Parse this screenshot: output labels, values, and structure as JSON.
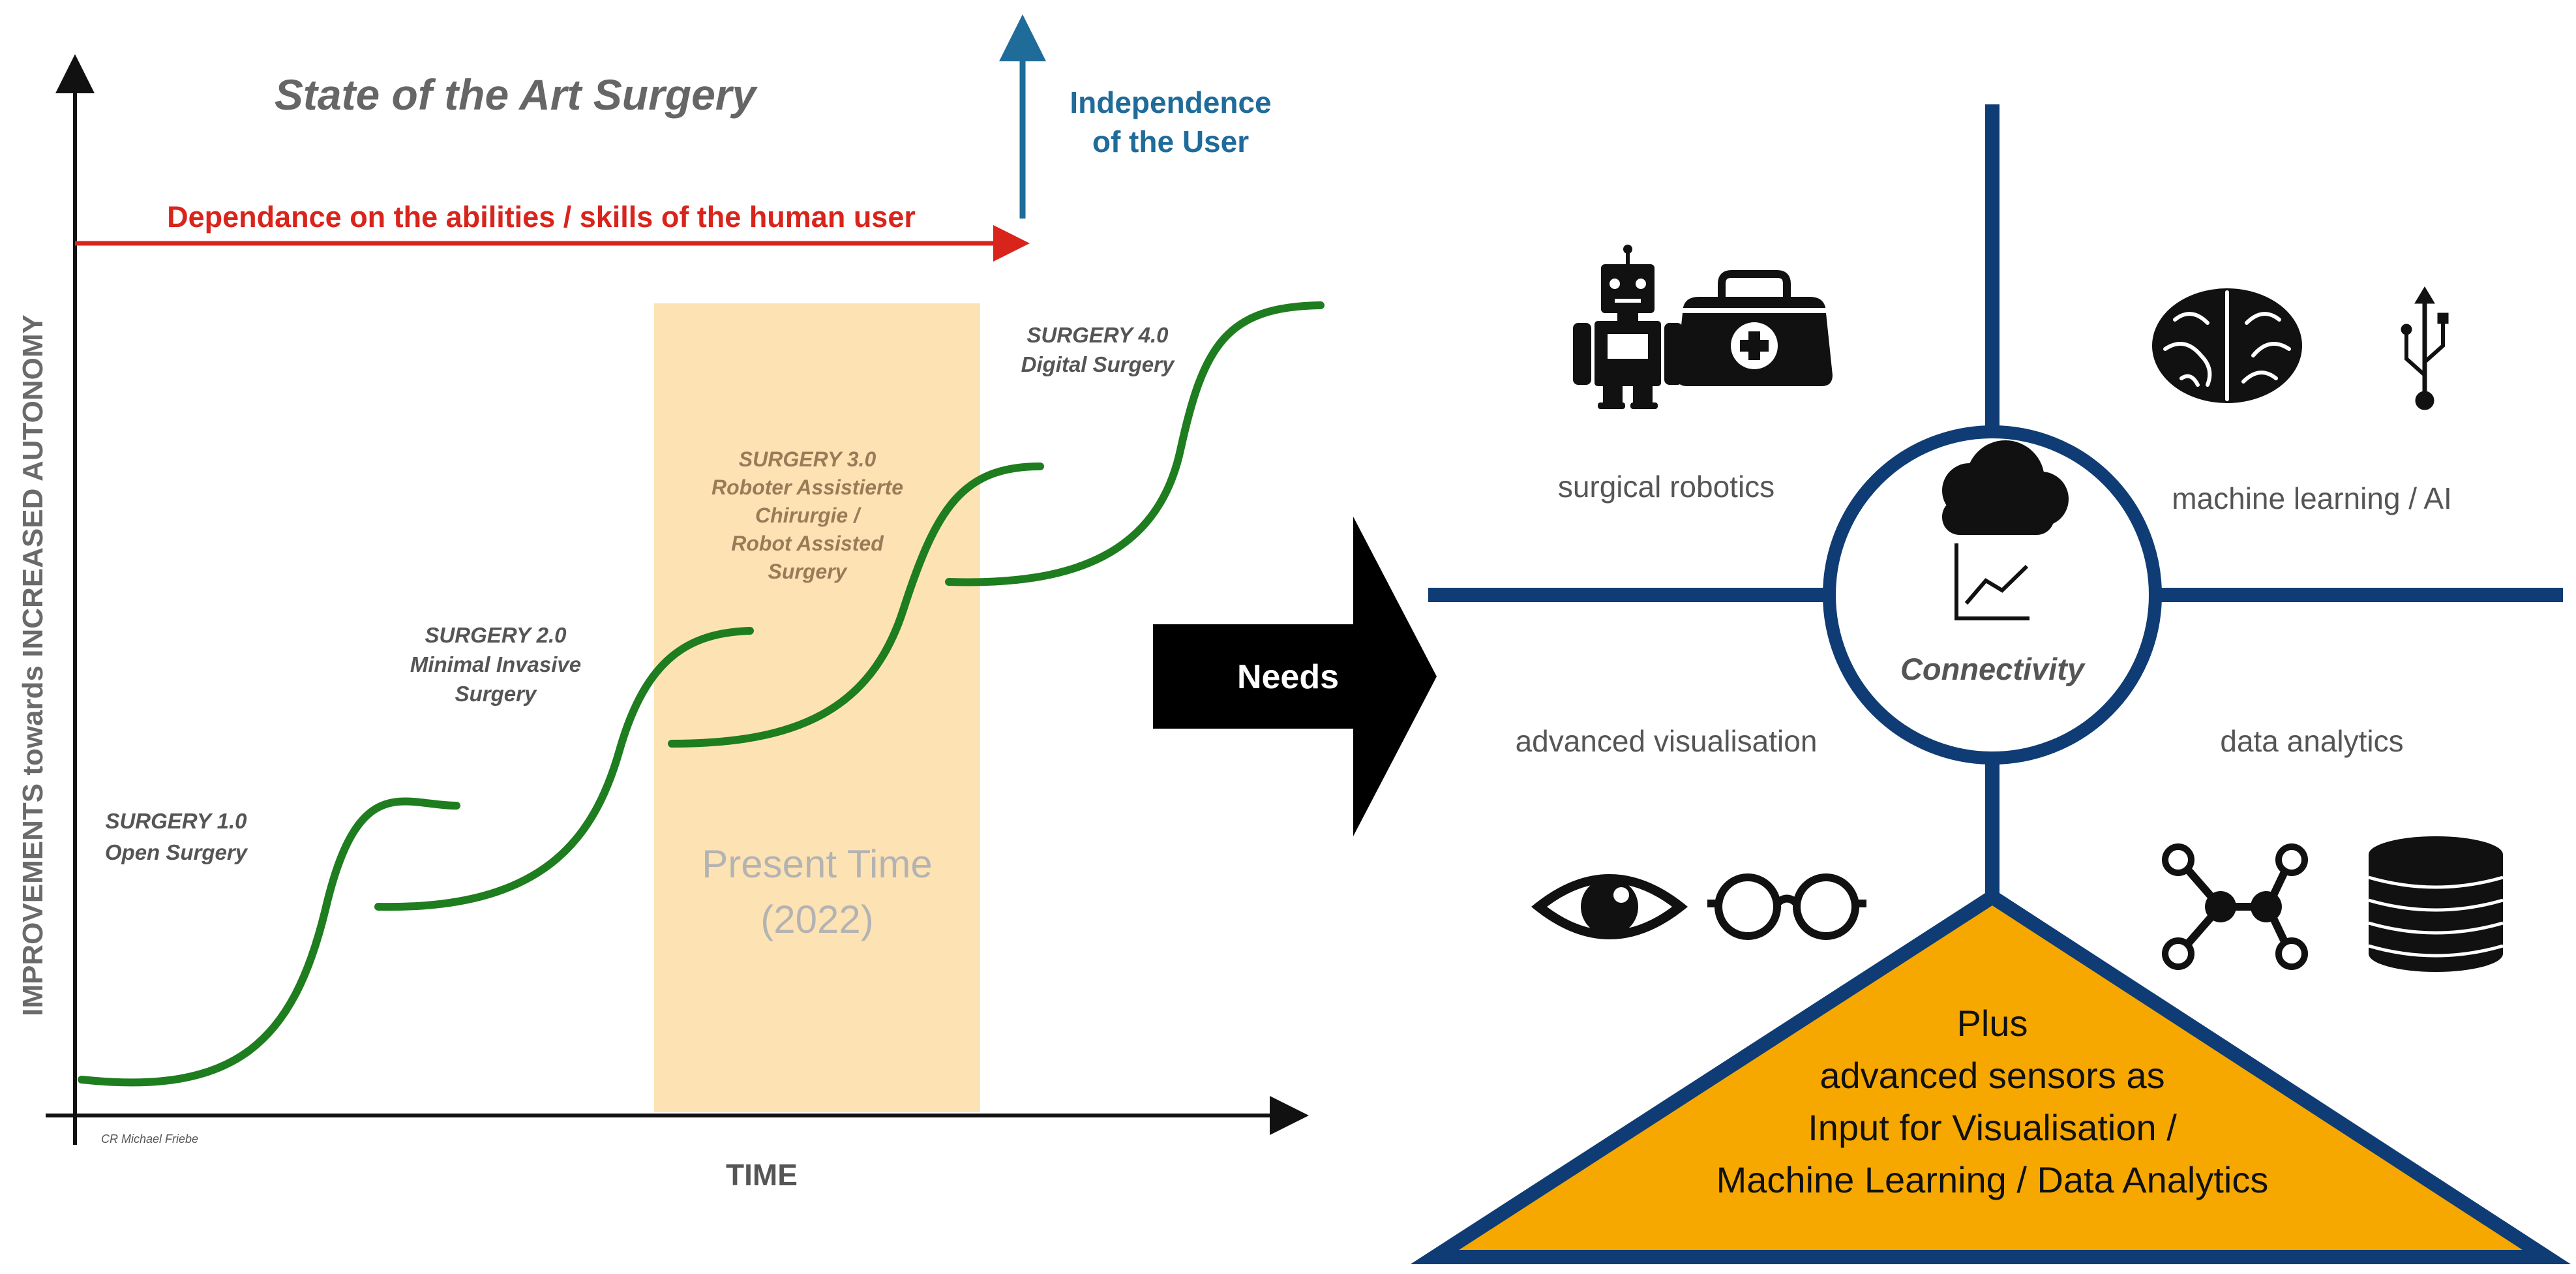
{
  "left_panel": {
    "title": "State of the Art Surgery",
    "independence_label_line1": "Independence",
    "independence_label_line2": "of the User",
    "dependance_label": "Dependance on the abilities / skills of the human user",
    "y_axis_label": "IMPROVEMENTS towards INCREASED AUTONOMY",
    "x_axis_label": "TIME",
    "credit": "CR Michael Friebe",
    "present_time_line1": "Present Time",
    "present_time_line2": "(2022)",
    "stages": [
      {
        "lines": [
          "SURGERY 1.0",
          "Open Surgery"
        ]
      },
      {
        "lines": [
          "SURGERY 2.0",
          "Minimal Invasive",
          "Surgery"
        ]
      },
      {
        "lines": [
          "SURGERY 3.0",
          "Roboter Assistierte",
          "Chirurgie /",
          "Robot Assisted",
          "Surgery"
        ]
      },
      {
        "lines": [
          "SURGERY 4.0",
          "Digital Surgery"
        ]
      }
    ],
    "colors": {
      "title": "#666666",
      "independence": "#1f6b9a",
      "dependance": "#d9241c",
      "curve": "#1e7d1e",
      "present_box": "#fde3b4",
      "present_text": "#b3b3b3",
      "stage_text": "#555555",
      "stage3_text": "#9a7b58"
    }
  },
  "arrow": {
    "label": "Needs"
  },
  "right_panel": {
    "quadrants": {
      "top_left": {
        "label": "surgical robotics",
        "icons": [
          "robot-icon",
          "medical-bag-icon"
        ]
      },
      "top_right": {
        "label": "machine learning / AI",
        "icons": [
          "brain-icon",
          "usb-icon"
        ]
      },
      "bottom_left": {
        "label": "advanced visualisation",
        "icons": [
          "eye-icon",
          "glasses-icon"
        ]
      },
      "bottom_right": {
        "label": "data analytics",
        "icons": [
          "network-icon",
          "database-icon"
        ]
      }
    },
    "center": {
      "label": "Connectivity",
      "icons": [
        "cloud-icon",
        "chart-icon"
      ]
    },
    "triangle": {
      "lines": [
        "Plus",
        "advanced sensors as",
        "Input for Visualisation /",
        "Machine Learning / Data Analytics"
      ]
    },
    "colors": {
      "lines": "#0f3c74",
      "triangle_fill": "#f6a800",
      "label_text": "#555555"
    }
  }
}
